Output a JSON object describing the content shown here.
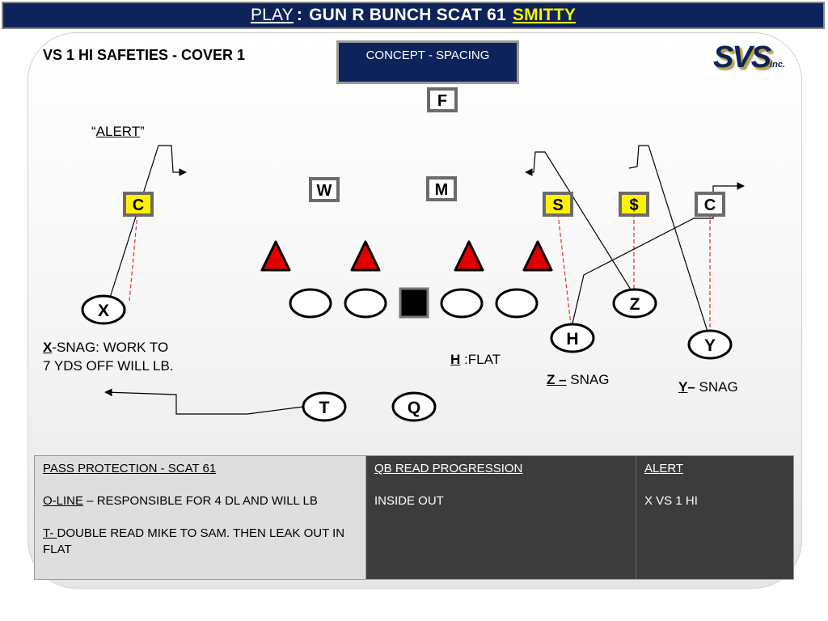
{
  "header": {
    "play_label": "PLAY",
    "colon": ":",
    "play_name": "GUN R BUNCH SCAT 61",
    "play_tag": "SMITTY"
  },
  "subtitle": "VS  1 HI SAFETIES - COVER 1",
  "concept": "CONCEPT - SPACING",
  "logo": {
    "text": "SVS",
    "suffix": "inc."
  },
  "alert_label": {
    "open": "“",
    "word": "ALERT",
    "close": "”"
  },
  "defense": {
    "F": "F",
    "W": "W",
    "M": "M",
    "C_left": "C",
    "S": "S",
    "dollar": "$",
    "C_right": "C"
  },
  "offense": {
    "X": "X",
    "Z": "Z",
    "H": "H",
    "Y": "Y",
    "T": "T",
    "Q": "Q"
  },
  "notes": {
    "x_key": "X",
    "x_line1": "-SNAG: WORK TO",
    "x_line2": "7 YDS OFF WILL LB.",
    "h_key": "H",
    "h_text": " :FLAT",
    "z_key": "Z ",
    "z_dash": "–",
    "z_text": " SNAG",
    "y_key": "Y",
    "y_dash": "–",
    "y_text": " SNAG"
  },
  "table": {
    "col1": {
      "header": "PASS PROTECTION -  SCAT 61",
      "oline_key": "O-LINE",
      "oline_text": " – RESPONSIBLE FOR 4 DL AND WILL LB",
      "t_key": "T- ",
      "t_text": "DOUBLE READ MIKE TO SAM. THEN LEAK OUT IN FLAT"
    },
    "col2": {
      "header": "QB READ PROGRESSION",
      "text": "INSIDE OUT"
    },
    "col3": {
      "header": "ALERT",
      "text": "X  VS 1 HI"
    }
  },
  "colors": {
    "navy": "#0c2459",
    "highlight_yellow": "#fff200",
    "dl_red": "#e00000",
    "route_dash_red": "#e03030",
    "cell_light": "#dedede",
    "cell_dark": "#3c3c3c"
  }
}
